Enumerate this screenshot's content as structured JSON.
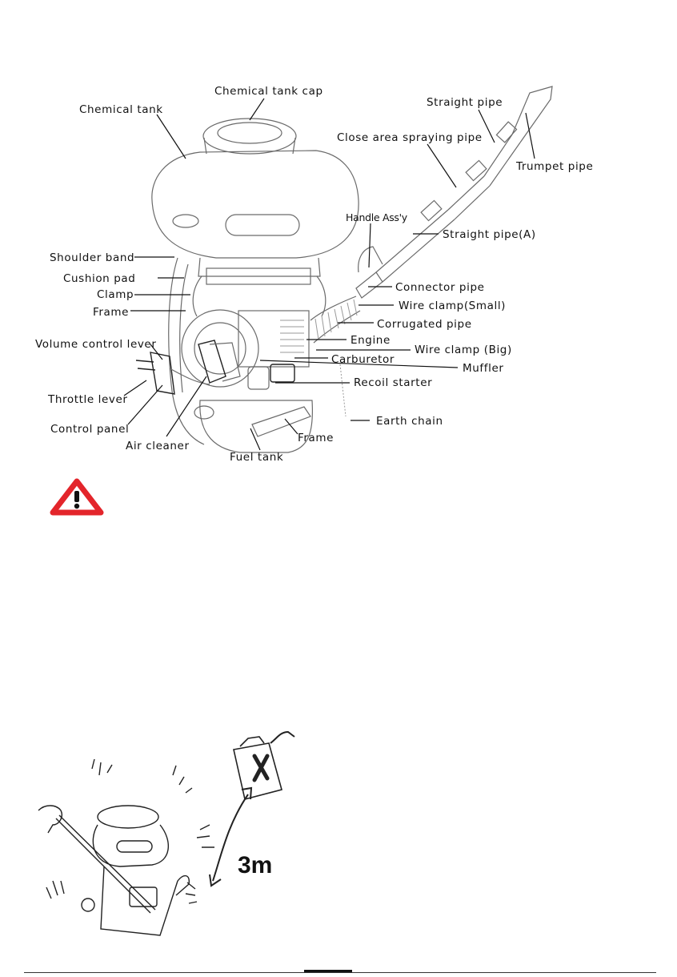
{
  "parts_diagram": {
    "labels": {
      "chemical_tank_cap": "Chemical tank cap",
      "chemical_tank": "Chemical tank",
      "straight_pipe": "Straight pipe",
      "close_area_spraying_pipe": "Close area spraying pipe",
      "trumpet_pipe": "Trumpet pipe",
      "handle_assy": "Handle Ass'y",
      "straight_pipe_a": "Straight pipe(A)",
      "shoulder_band": "Shoulder band",
      "cushion_pad": "Cushion pad",
      "clamp": "Clamp",
      "frame_upper": "Frame",
      "connector_pipe": "Connector pipe",
      "wire_clamp_small": "Wire clamp(Small)",
      "corrugated_pipe": "Corrugated pipe",
      "engine": "Engine",
      "volume_control_lever": "Volume control lever",
      "wire_clamp_big": "Wire clamp (Big)",
      "carburetor": "Carburetor",
      "muffler": "Muffler",
      "recoil_starter": "Recoil starter",
      "throttle_lever": "Throttle lever",
      "earth_chain": "Earth chain",
      "control_panel": "Control panel",
      "frame_lower": "Frame",
      "air_cleaner": "Air cleaner",
      "fuel_tank": "Fuel tank"
    }
  },
  "warning": {
    "icon": "warning-triangle-icon",
    "color": "#e3252b"
  },
  "safety_illustration": {
    "distance_label": "3m"
  }
}
